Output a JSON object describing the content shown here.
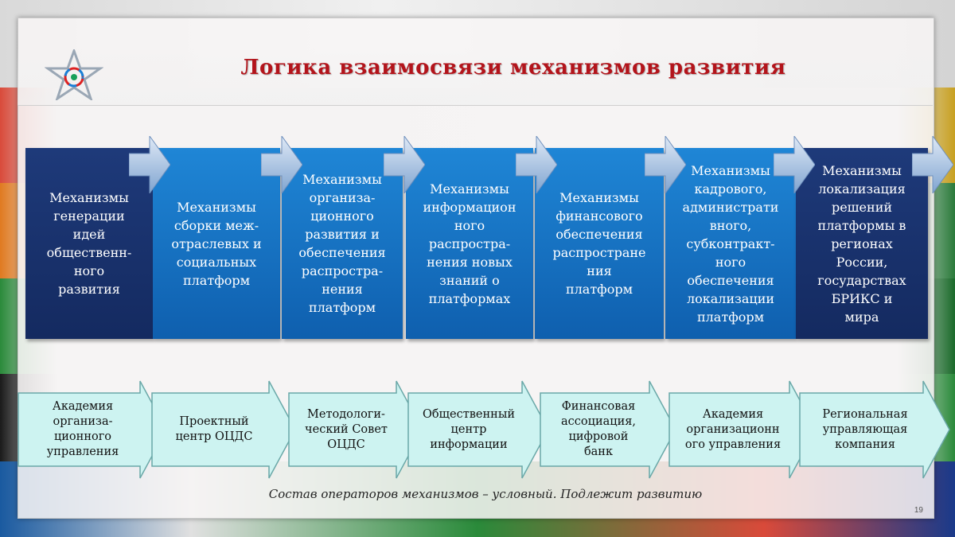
{
  "slide": {
    "title": "Логика взаимосвязи механизмов развития",
    "footnote": "Состав операторов механизмов – условный. Подлежит развитию",
    "page_number": "19"
  },
  "colors": {
    "title": "#b3141b",
    "mechanism_dark": "#16306b",
    "mechanism_blue": "#136fc2",
    "operator_fill": "#cdf3f1"
  },
  "mechanisms": [
    {
      "label": "Механизмы\nгенерации\nидей\nобщественн-\nного\nразвития",
      "style": "dark"
    },
    {
      "label": "Механизмы\nсборки меж-\nотраслевых и\nсоциальных\nплатформ",
      "style": "blue"
    },
    {
      "label": "Механизмы\nорганиза-\nционного\nразвития и\nобеспечения\nраспростра-\nнения\nплатформ",
      "style": "blue"
    },
    {
      "label": "Механизмы\nинформацион\nного\nраспростра-\nнения новых\nзнаний о\nплатформах",
      "style": "blue"
    },
    {
      "label": "Механизмы\nфинансового\nобеспечения\nраспростране\nния\nплатформ",
      "style": "blue"
    },
    {
      "label": "Механизмы\nкадрового,\nадминистрати\nвного,\nсубконтракт-\nного\nобеспечения\nлокализации\nплатформ",
      "style": "blue"
    },
    {
      "label": "Механизмы\nлокализация\nрешений\nплатформы в\nрегионах\nРоссии,\nгосударствах\nБРИКС и\nмира",
      "style": "dark"
    }
  ],
  "operators": [
    {
      "label": "Академия\nорганиза-\nционного\nуправления"
    },
    {
      "label": "Проектный\nцентр ОЦДС"
    },
    {
      "label": "Методологи-\nческий Совет\nОЦДС"
    },
    {
      "label": "Общественный\nцентр\nинформации"
    },
    {
      "label": "Финансовая\nассоциация,\nцифровой\nбанк"
    },
    {
      "label": "Академия\nорганизационн\nого управления"
    },
    {
      "label": "Региональная\nуправляющая\nкомпания"
    }
  ],
  "icons": {
    "logo": "star-atom-logo-icon",
    "connector": "chevron-arrow-icon"
  }
}
